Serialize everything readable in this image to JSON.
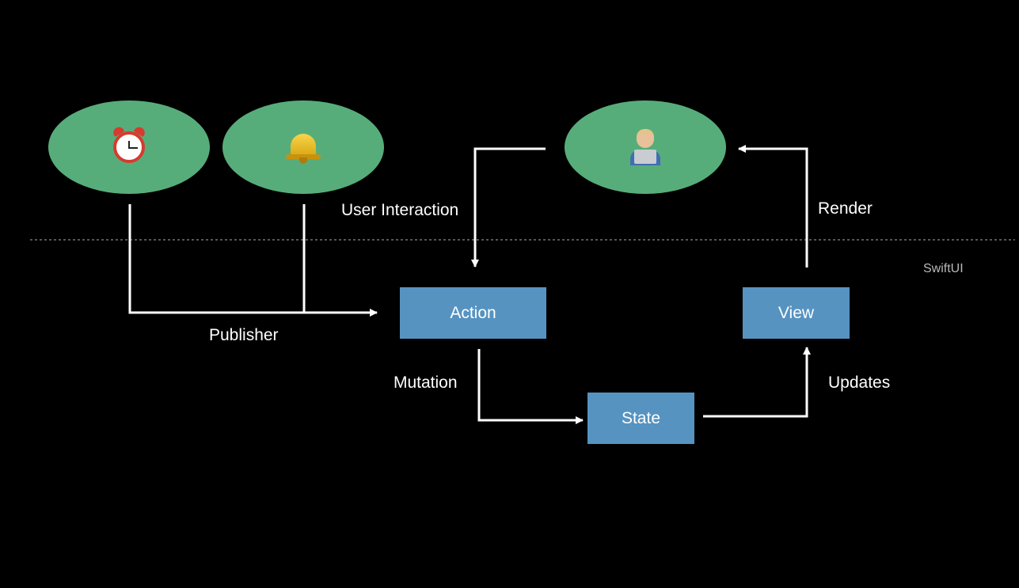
{
  "layers": {
    "swiftui_label": "SwiftUI"
  },
  "sources": [
    {
      "icon": "alarm-clock-icon"
    },
    {
      "icon": "bell-icon"
    }
  ],
  "user": {
    "icon": "technologist-icon"
  },
  "nodes": {
    "action": "Action",
    "state": "State",
    "view": "View"
  },
  "edges": {
    "publisher": "Publisher",
    "user_interaction": "User Interaction",
    "mutation": "Mutation",
    "updates": "Updates",
    "render": "Render"
  },
  "colors": {
    "background": "#000000",
    "ellipse": "#57ad7a",
    "box": "#5693c1",
    "line": "#ffffff",
    "divider": "#8a8a8a",
    "layer_label": "#b9b9b9"
  }
}
